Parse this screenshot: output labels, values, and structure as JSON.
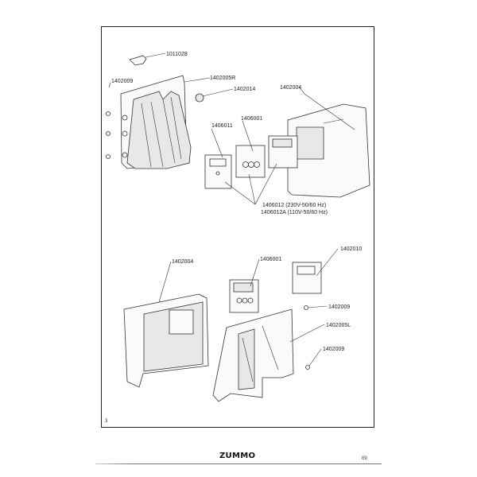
{
  "diagram_top": {
    "labels": {
      "p1011028": "1011028",
      "p1402009": "1402009",
      "p1402005R": "1402005R",
      "p1402014": "1402014",
      "p1402004": "1402004",
      "p1406011": "1406011",
      "p1406001": "1406001",
      "p1406012": "1406012 (230V-50/60 Hz)",
      "p1406012A": "1406012A (110V-50/60 Hz)"
    }
  },
  "diagram_bottom": {
    "labels": {
      "p1402004": "1402004",
      "p1406001": "1406001",
      "p1402010": "1402010",
      "p1402009a": "1402009",
      "p1402005L": "1402005L",
      "p1402009b": "1402009"
    }
  },
  "figure_number": "3",
  "footer": {
    "logo": "ZUMMO",
    "page_number": "89"
  }
}
